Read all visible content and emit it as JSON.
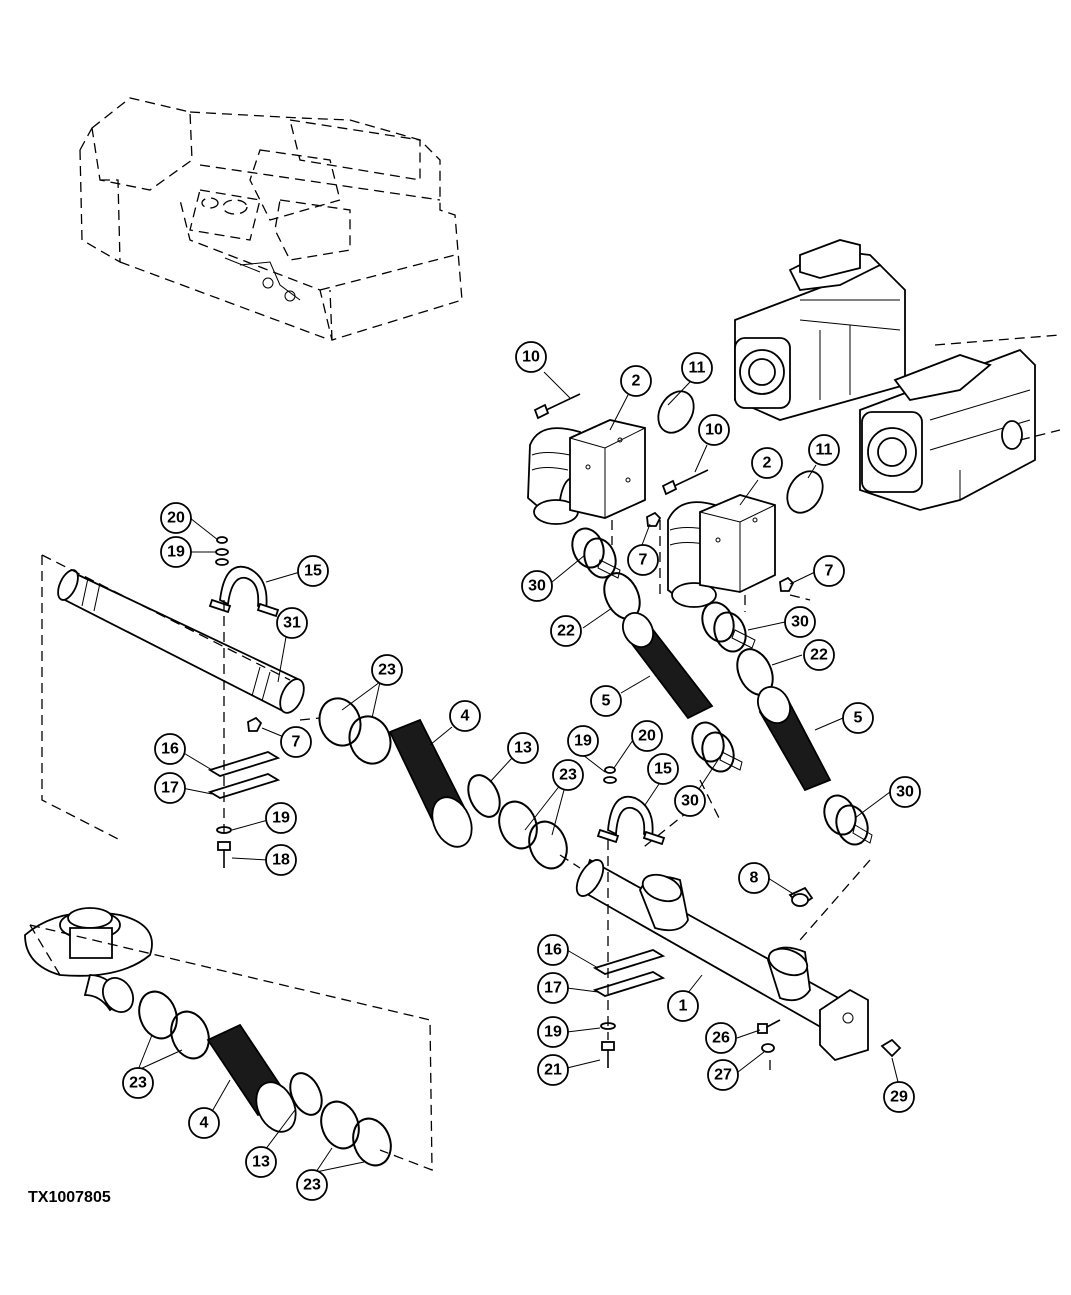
{
  "figure_id": "TX1007805",
  "callouts": [
    "10",
    "2",
    "11",
    "10",
    "2",
    "11",
    "20",
    "19",
    "15",
    "31",
    "7",
    "7",
    "30",
    "22",
    "30",
    "22",
    "5",
    "5",
    "23",
    "4",
    "13",
    "19",
    "20",
    "15",
    "30",
    "30",
    "16",
    "17",
    "7",
    "19",
    "18",
    "23",
    "8",
    "16",
    "17",
    "1",
    "19",
    "21",
    "26",
    "27",
    "29",
    "23",
    "4",
    "13",
    "23"
  ]
}
